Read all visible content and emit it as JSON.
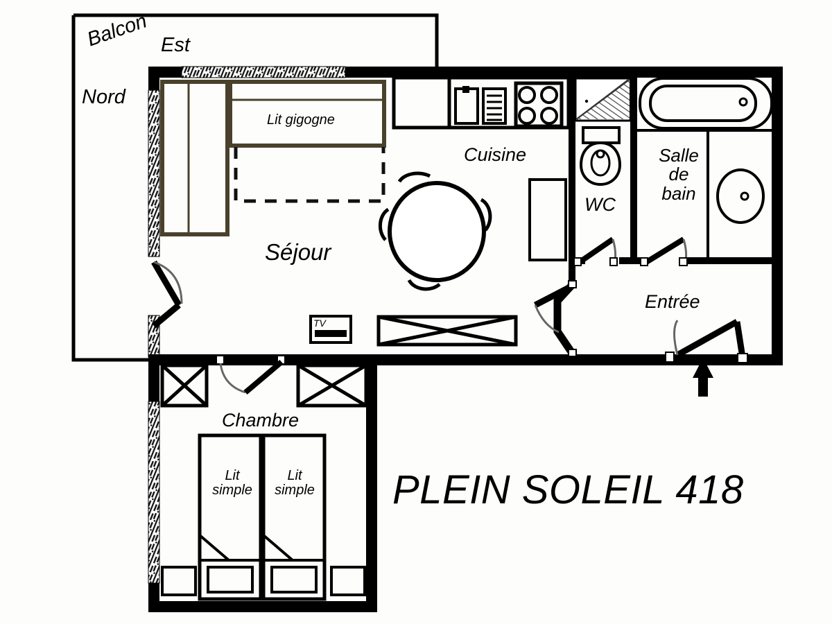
{
  "plan": {
    "title": "PLEIN SOLEIL 418",
    "orientation": {
      "north_label": "Nord",
      "east_label": "Est"
    },
    "outdoor": {
      "balcony_label": "Balcon"
    },
    "rooms": [
      {
        "key": "sejour",
        "label": "Séjour"
      },
      {
        "key": "cuisine",
        "label": "Cuisine"
      },
      {
        "key": "wc",
        "label": "WC"
      },
      {
        "key": "sdb",
        "label": "Salle\nde\nbain"
      },
      {
        "key": "sdb_l1",
        "label": "Salle"
      },
      {
        "key": "sdb_l2",
        "label": "de"
      },
      {
        "key": "sdb_l3",
        "label": "bain"
      },
      {
        "key": "chambre",
        "label": "Chambre"
      },
      {
        "key": "entree",
        "label": "Entrée"
      }
    ],
    "furniture": [
      {
        "key": "lit_gigogne",
        "label": "Lit gigogne"
      },
      {
        "key": "lit_simple_1_l1",
        "label": "Lit"
      },
      {
        "key": "lit_simple_1_l2",
        "label": "simple"
      },
      {
        "key": "lit_simple_2_l1",
        "label": "Lit"
      },
      {
        "key": "lit_simple_2_l2",
        "label": "simple"
      },
      {
        "key": "tv",
        "label": "TV"
      }
    ],
    "colors": {
      "wall": "#000000",
      "background": "#fdfdfb",
      "furniture_outline": "#000000",
      "bed_outline": "#4a412c",
      "thin_line": "#1a1a1a"
    }
  }
}
